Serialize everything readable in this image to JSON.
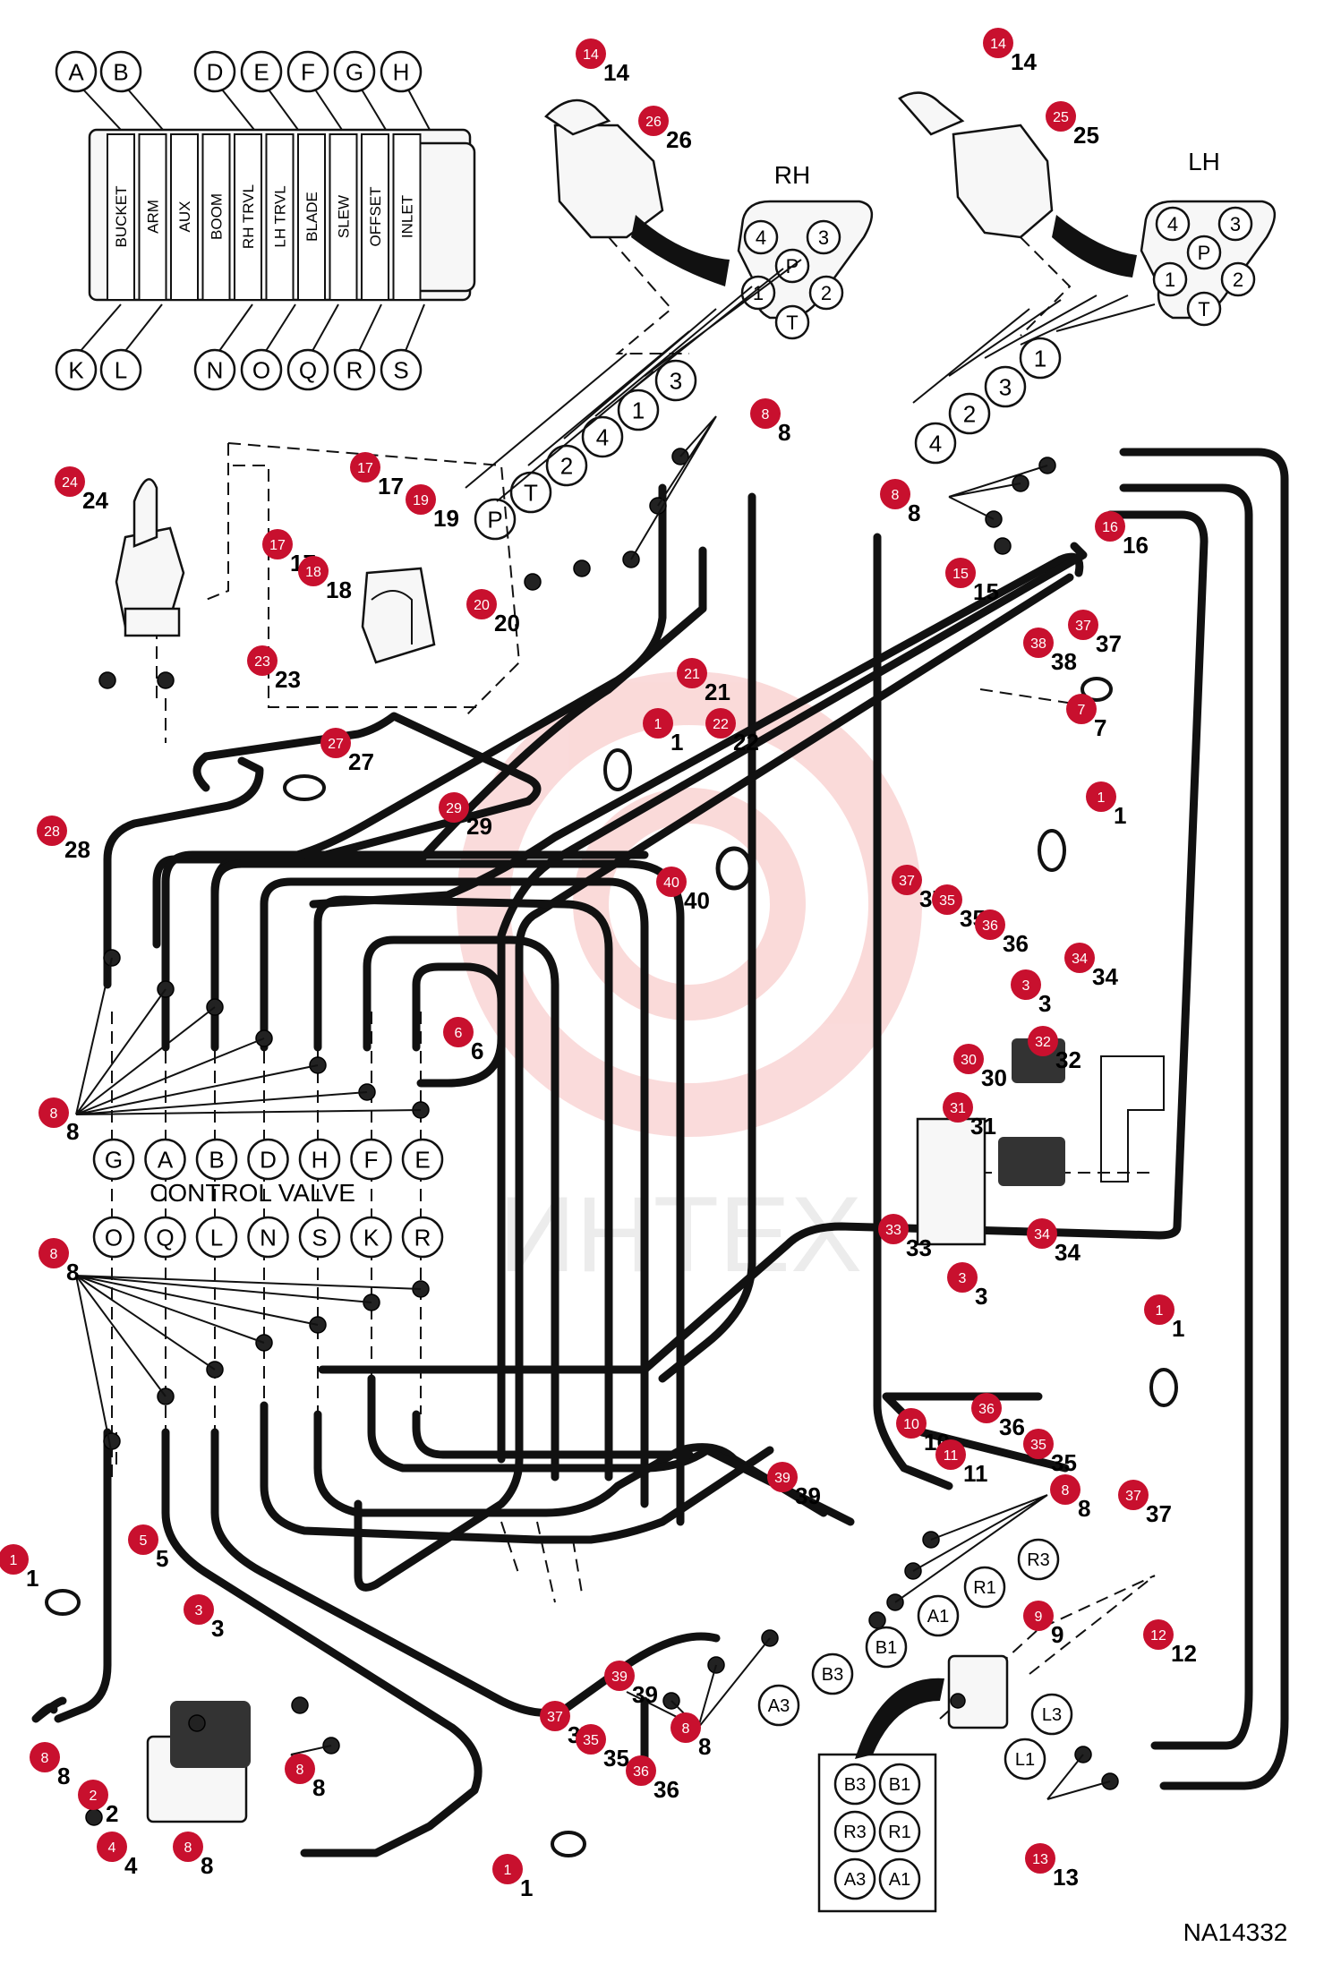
{
  "diagram": {
    "figure_code": "NA14332",
    "watermark": "ИНТЕХ",
    "control_valve_label": "CONTROL VALVE",
    "valve_sections": [
      "BUCKET",
      "ARM",
      "AUX",
      "BOOM",
      "RH TRVL",
      "LH TRVL",
      "BLADE",
      "SLEW",
      "OFFSET",
      "INLET"
    ],
    "valve_top_ports": [
      "A",
      "B",
      "D",
      "E",
      "F",
      "G",
      "H"
    ],
    "valve_bottom_ports": [
      "K",
      "L",
      "N",
      "O",
      "Q",
      "R",
      "S"
    ],
    "upper_row_ports": [
      "G",
      "A",
      "B",
      "D",
      "H",
      "F",
      "E"
    ],
    "lower_row_ports": [
      "O",
      "Q",
      "L",
      "N",
      "S",
      "K",
      "R"
    ],
    "rh_label": "RH",
    "lh_label": "LH",
    "connector_pins": [
      "4",
      "3",
      "P",
      "1",
      "2",
      "T"
    ],
    "rh_joystick_ports": [
      "P",
      "T",
      "2",
      "4",
      "1",
      "3"
    ],
    "lh_joystick_ports": [
      "4",
      "2",
      "3",
      "1"
    ],
    "block_ports": [
      "A1",
      "R1",
      "R3",
      "B1",
      "B3",
      "A3",
      "L3",
      "L1"
    ],
    "port_grid": [
      [
        "B3",
        "B1"
      ],
      [
        "R3",
        "R1"
      ],
      [
        "A3",
        "A1"
      ]
    ],
    "callouts": [
      {
        "id": "c14a",
        "badge": "14",
        "label": "14"
      },
      {
        "id": "c26",
        "badge": "26",
        "label": "26"
      },
      {
        "id": "c14b",
        "badge": "14",
        "label": "14"
      },
      {
        "id": "c25",
        "badge": "25",
        "label": "25"
      },
      {
        "id": "c8a",
        "badge": "8",
        "label": "8"
      },
      {
        "id": "c8b",
        "badge": "8",
        "label": "8"
      },
      {
        "id": "c24",
        "badge": "24",
        "label": "24"
      },
      {
        "id": "c17a",
        "badge": "17",
        "label": "17"
      },
      {
        "id": "c19",
        "badge": "19",
        "label": "19"
      },
      {
        "id": "c17b",
        "badge": "17",
        "label": "17"
      },
      {
        "id": "c18",
        "badge": "18",
        "label": "18"
      },
      {
        "id": "c16",
        "badge": "16",
        "label": "16"
      },
      {
        "id": "c15",
        "badge": "15",
        "label": "15"
      },
      {
        "id": "c20",
        "badge": "20",
        "label": "20"
      },
      {
        "id": "c23",
        "badge": "23",
        "label": "23"
      },
      {
        "id": "c37a",
        "badge": "37",
        "label": "37"
      },
      {
        "id": "c38",
        "badge": "38",
        "label": "38"
      },
      {
        "id": "c7",
        "badge": "7",
        "label": "7"
      },
      {
        "id": "c21",
        "badge": "21",
        "label": "21"
      },
      {
        "id": "c22",
        "badge": "22",
        "label": "22"
      },
      {
        "id": "c1a",
        "badge": "1",
        "label": "1"
      },
      {
        "id": "c27",
        "badge": "27",
        "label": "27"
      },
      {
        "id": "c29",
        "badge": "29",
        "label": "29"
      },
      {
        "id": "c28",
        "badge": "28",
        "label": "28"
      },
      {
        "id": "c1b",
        "badge": "1",
        "label": "1"
      },
      {
        "id": "c40",
        "badge": "40",
        "label": "40"
      },
      {
        "id": "c37b",
        "badge": "37",
        "label": "37"
      },
      {
        "id": "c35a",
        "badge": "35",
        "label": "35"
      },
      {
        "id": "c36a",
        "badge": "36",
        "label": "36"
      },
      {
        "id": "c34a",
        "badge": "34",
        "label": "34"
      },
      {
        "id": "c6",
        "badge": "6",
        "label": "6"
      },
      {
        "id": "c3a",
        "badge": "3",
        "label": "3"
      },
      {
        "id": "c32",
        "badge": "32",
        "label": "32"
      },
      {
        "id": "c30",
        "badge": "30",
        "label": "30"
      },
      {
        "id": "c8c",
        "badge": "8",
        "label": "8"
      },
      {
        "id": "c31",
        "badge": "31",
        "label": "31"
      },
      {
        "id": "c33",
        "badge": "33",
        "label": "33"
      },
      {
        "id": "c34b",
        "badge": "34",
        "label": "34"
      },
      {
        "id": "c3b",
        "badge": "3",
        "label": "3"
      },
      {
        "id": "c8d",
        "badge": "8",
        "label": "8"
      },
      {
        "id": "c1c",
        "badge": "1",
        "label": "1"
      },
      {
        "id": "c36b",
        "badge": "36",
        "label": "36"
      },
      {
        "id": "c10",
        "badge": "10",
        "label": "10"
      },
      {
        "id": "c35b",
        "badge": "35",
        "label": "35"
      },
      {
        "id": "c11",
        "badge": "11",
        "label": "11"
      },
      {
        "id": "c39a",
        "badge": "39",
        "label": "39"
      },
      {
        "id": "c8e",
        "badge": "8",
        "label": "8"
      },
      {
        "id": "c37c",
        "badge": "37",
        "label": "37"
      },
      {
        "id": "c5",
        "badge": "5",
        "label": "5"
      },
      {
        "id": "c1d",
        "badge": "1",
        "label": "1"
      },
      {
        "id": "c9",
        "badge": "9",
        "label": "9"
      },
      {
        "id": "c3c",
        "badge": "3",
        "label": "3"
      },
      {
        "id": "c12",
        "badge": "12",
        "label": "12"
      },
      {
        "id": "c39b",
        "badge": "39",
        "label": "39"
      },
      {
        "id": "c37d",
        "badge": "37",
        "label": "37"
      },
      {
        "id": "c35c",
        "badge": "35",
        "label": "35"
      },
      {
        "id": "c8f",
        "badge": "8",
        "label": "8"
      },
      {
        "id": "c36c",
        "badge": "36",
        "label": "36"
      },
      {
        "id": "c8g",
        "badge": "8",
        "label": "8"
      },
      {
        "id": "c8h",
        "badge": "8",
        "label": "8"
      },
      {
        "id": "c2",
        "badge": "2",
        "label": "2"
      },
      {
        "id": "c4",
        "badge": "4",
        "label": "4"
      },
      {
        "id": "c8i",
        "badge": "8",
        "label": "8"
      },
      {
        "id": "c13",
        "badge": "13",
        "label": "13"
      },
      {
        "id": "c1e",
        "badge": "1",
        "label": "1"
      }
    ]
  }
}
